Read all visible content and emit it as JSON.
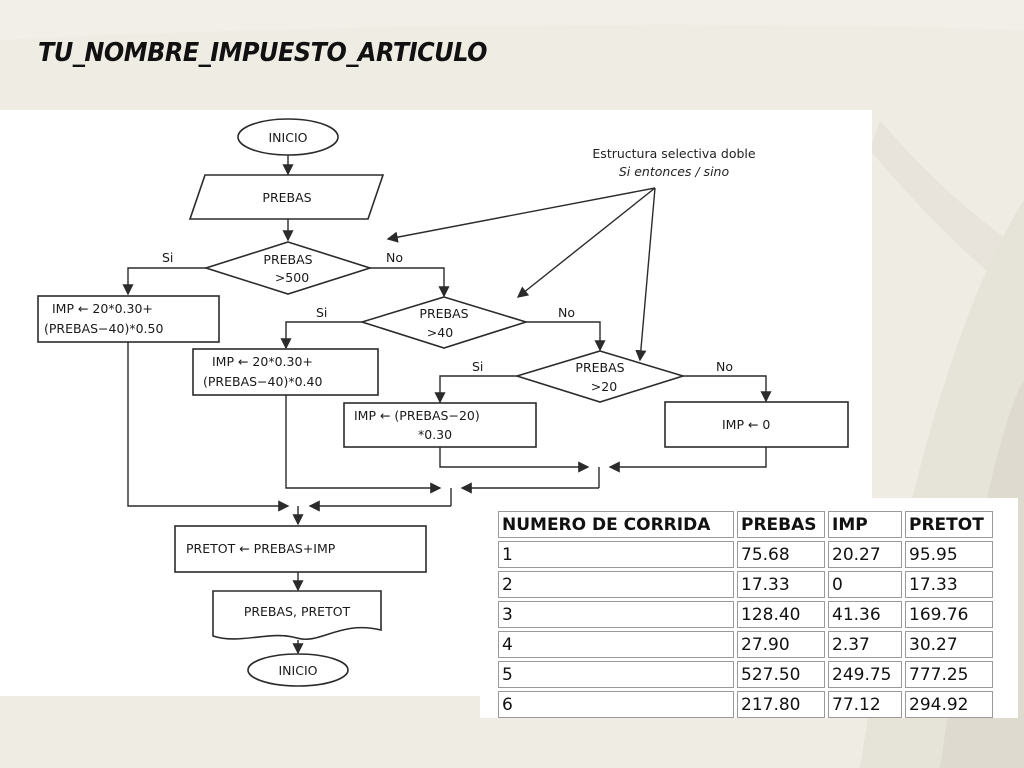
{
  "slide": {
    "title": "TU_NOMBRE_IMPUESTO_ARTICULO"
  },
  "flowchart": {
    "start_label": "INICIO",
    "input_label": "PREBAS",
    "end_label": "INICIO",
    "note_line1": "Estructura selectiva doble",
    "note_line2": "Si entonces / sino",
    "decision1": {
      "line1": "PREBAS",
      "line2": ">500",
      "yes": "Si",
      "no": "No"
    },
    "decision2": {
      "line1": "PREBAS",
      "line2": ">40",
      "yes": "Si",
      "no": "No"
    },
    "decision3": {
      "line1": "PREBAS",
      "line2": ">20",
      "yes": "Si",
      "no": "No"
    },
    "process1": {
      "line1": "IMP ← 20*0.30+",
      "line2": "(PREBAS−40)*0.50"
    },
    "process2": {
      "line1": "IMP ← 20*0.30+",
      "line2": "(PREBAS−40)*0.40"
    },
    "process3": {
      "line1": "IMP ← (PREBAS−20)",
      "line2": "*0.30"
    },
    "process4": {
      "line1": "IMP ← 0"
    },
    "total": {
      "label": "PRETOT   ← PREBAS+IMP"
    },
    "output": {
      "label": "PREBAS, PRETOT"
    }
  },
  "runs_table": {
    "headers": [
      "NUMERO DE CORRIDA",
      "PREBAS",
      "IMP",
      "PRETOT"
    ],
    "rows": [
      [
        "1",
        "75.68",
        "20.27",
        "95.95"
      ],
      [
        "2",
        "17.33",
        "0",
        "17.33"
      ],
      [
        "3",
        "128.40",
        "41.36",
        "169.76"
      ],
      [
        "4",
        "27.90",
        "2.37",
        "30.27"
      ],
      [
        "5",
        "527.50",
        "249.75",
        "777.25"
      ],
      [
        "6",
        "217.80",
        "77.12",
        "294.92"
      ]
    ]
  }
}
